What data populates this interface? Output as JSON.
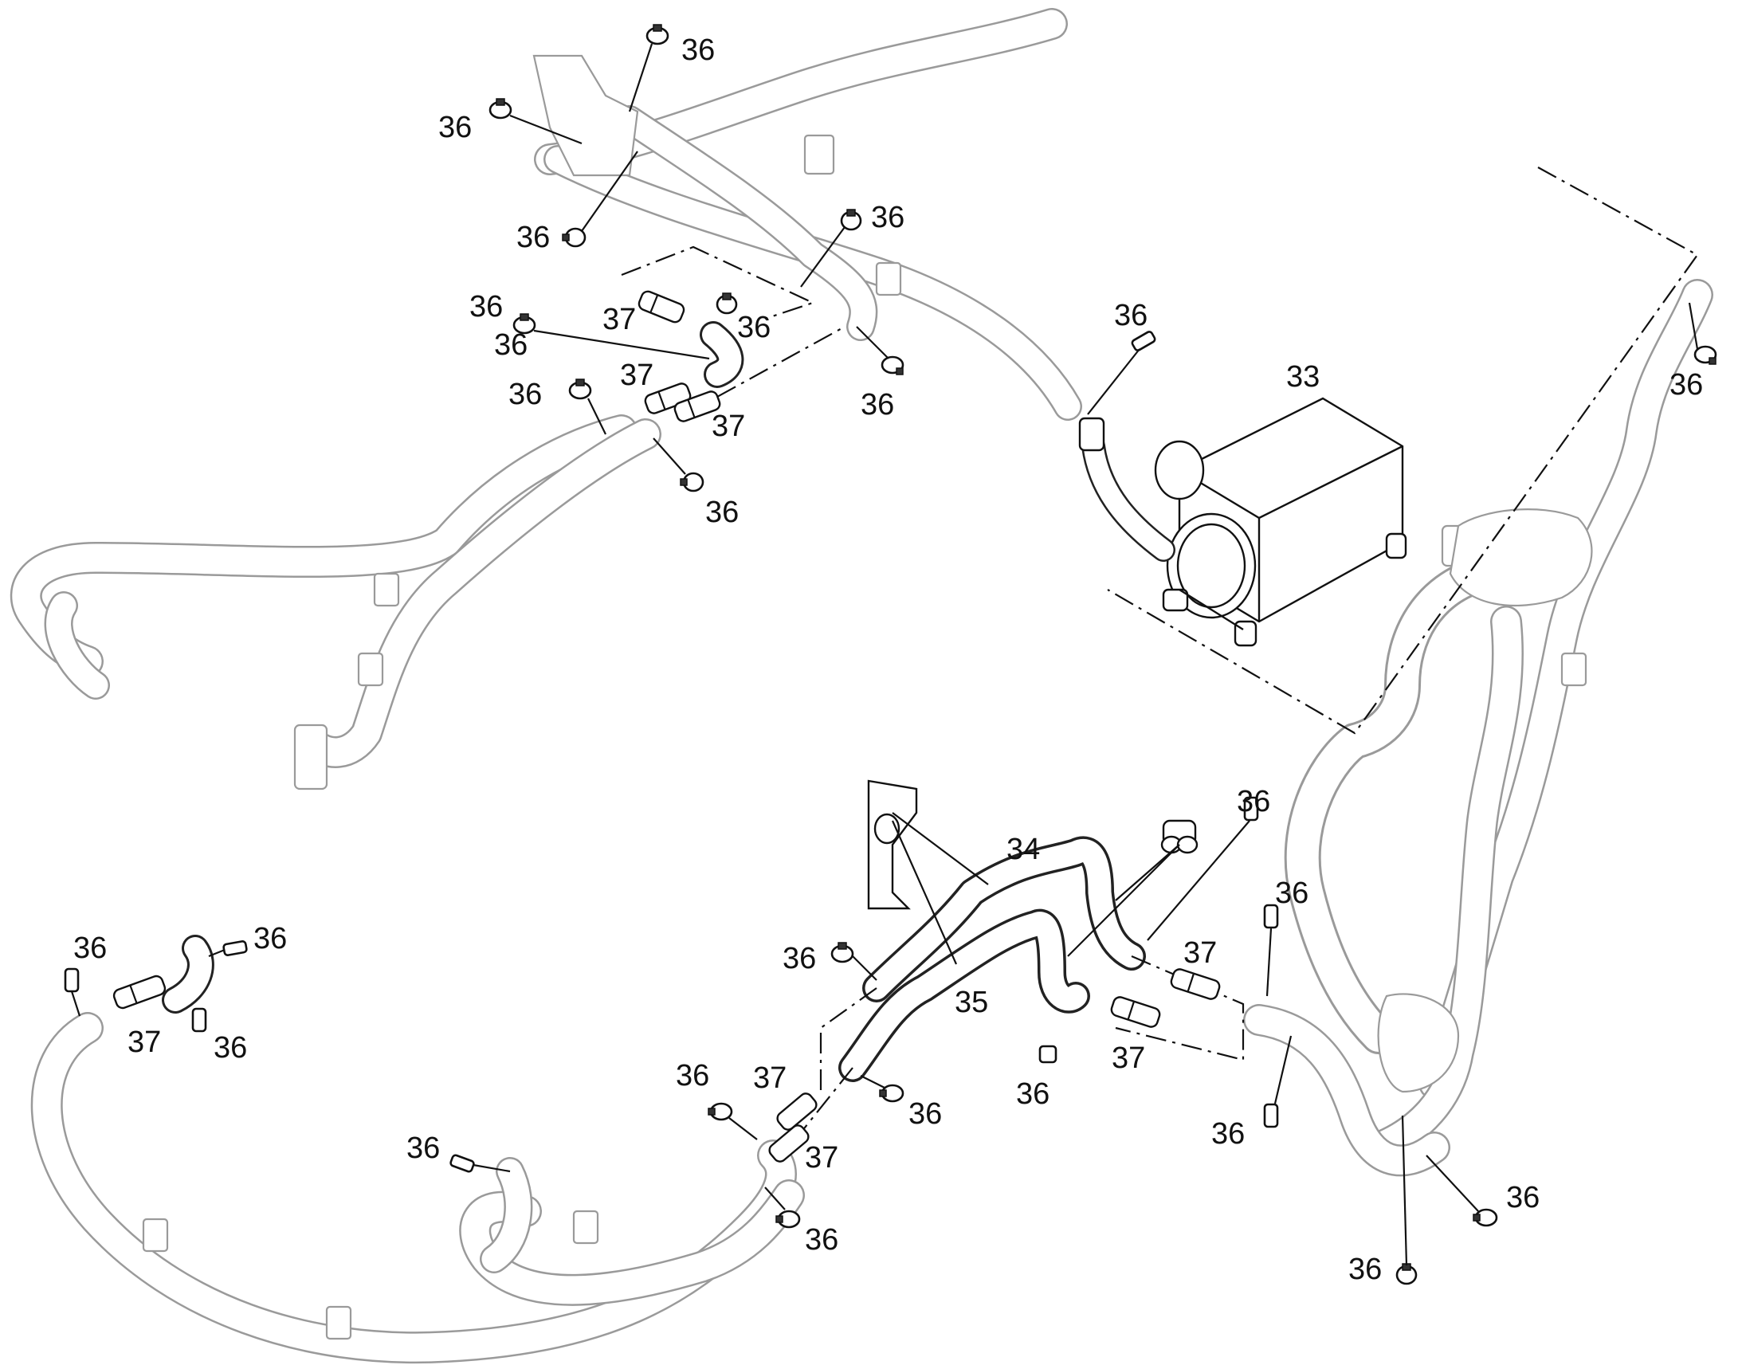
{
  "labels": {
    "c1": "36",
    "c2": "36",
    "c3": "36",
    "c4": "36",
    "c5": "36",
    "c6": "37",
    "c7": "36",
    "c8": "37",
    "c9": "37",
    "c10": "36",
    "c11": "36",
    "c12": "36",
    "c13": "36",
    "c14": "33",
    "c15": "36",
    "c16": "34",
    "c17": "36",
    "c18": "36",
    "c19": "37",
    "c20": "36",
    "c21": "35",
    "c22": "36",
    "c23": "37",
    "c24": "36",
    "c25": "36",
    "c26": "37",
    "c27": "37",
    "c28": "36",
    "c29": "36",
    "c30": "36",
    "c31": "36",
    "c32": "36",
    "c33": "37",
    "c34": "36",
    "c35": "36",
    "c36": "36",
    "c37": "36"
  },
  "colors": {
    "line": "#111111",
    "ghost_line": "#9a9a9a",
    "background": "#ffffff"
  }
}
